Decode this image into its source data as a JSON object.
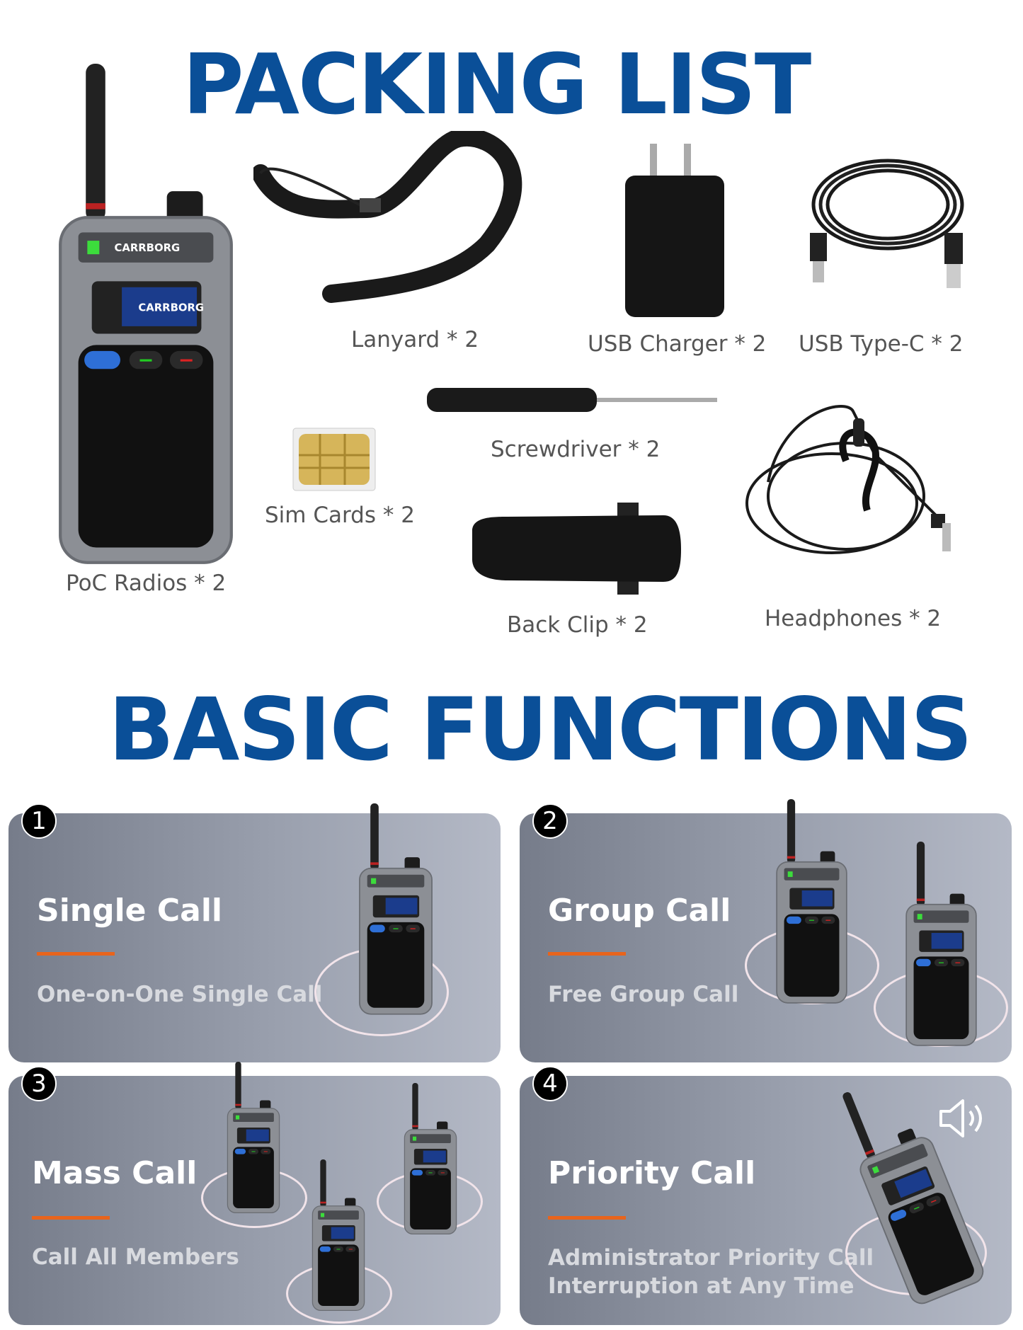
{
  "packing": {
    "title": "PACKING LIST",
    "items": [
      {
        "label": "PoC Radios * 2"
      },
      {
        "label": "Lanyard * 2"
      },
      {
        "label": "USB Charger * 2"
      },
      {
        "label": "USB Type-C * 2"
      },
      {
        "label": "Screwdriver * 2"
      },
      {
        "label": "Sim Cards * 2"
      },
      {
        "label": "Back Clip * 2"
      },
      {
        "label": "Headphones * 2"
      }
    ],
    "brand": "CARRBORG"
  },
  "functions": {
    "title": "BASIC FUNCTIONS",
    "cards": [
      {
        "number": "1",
        "title": "Single Call",
        "subtitle": "One-on-One Single Call"
      },
      {
        "number": "2",
        "title": "Group Call",
        "subtitle": "Free Group Call"
      },
      {
        "number": "3",
        "title": "Mass Call",
        "subtitle": "Call All Members"
      },
      {
        "number": "4",
        "title": "Priority Call",
        "subtitle": "Administrator Priority Call",
        "subtitle2": "Interruption at Any Time"
      }
    ]
  },
  "colors": {
    "title": "#0a4f98",
    "accent": "#e8641c"
  }
}
